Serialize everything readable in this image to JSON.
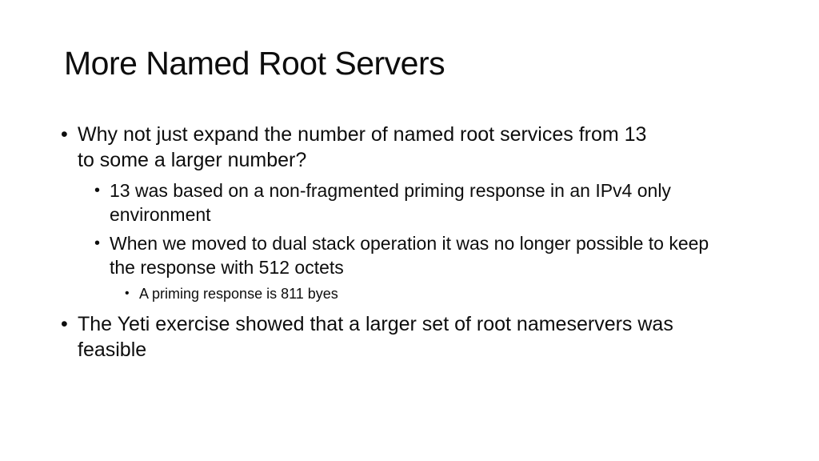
{
  "slide": {
    "title": "More Named Root Servers",
    "bullet_glyph": "•",
    "bullets": [
      {
        "level": 1,
        "text": "Why not just expand the number of named root services from 13\nto some a larger number?"
      },
      {
        "level": 2,
        "text": "13 was based on a non-fragmented priming response in an IPv4 only\nenvironment"
      },
      {
        "level": 2,
        "text": "When we moved to dual stack operation it was no longer possible to keep\nthe response with 512 octets"
      },
      {
        "level": 3,
        "text": "A priming response is 811 byes"
      },
      {
        "level": 1,
        "text": "The Yeti exercise showed that a larger set of root nameservers was\nfeasible"
      }
    ]
  }
}
